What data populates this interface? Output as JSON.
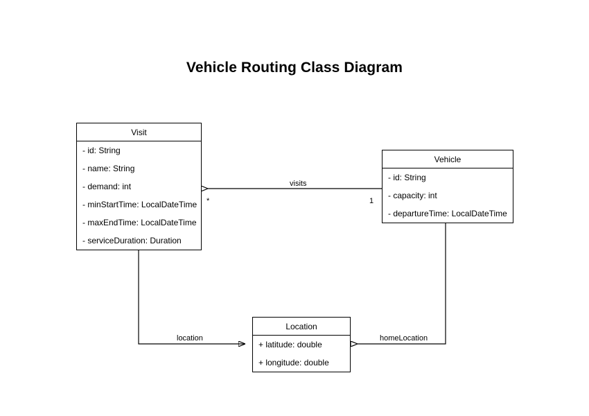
{
  "diagram": {
    "title": "Vehicle Routing Class Diagram",
    "background_color": "#ffffff",
    "line_color": "#000000",
    "text_color": "#000000"
  },
  "classes": [
    {
      "name": "Visit",
      "attributes": [
        "- id: String",
        "- name: String",
        "- demand: int",
        "- minStartTime: LocalDateTime",
        "- maxEndTime: LocalDateTime",
        "- serviceDuration: Duration"
      ]
    },
    {
      "name": "Vehicle",
      "attributes": [
        "- id: String",
        "- capacity: int",
        "- departureTime: LocalDateTime"
      ]
    },
    {
      "name": "Location",
      "attributes": [
        "+ latitude: double",
        "+ longitude: double"
      ]
    }
  ],
  "relationships": [
    {
      "label": "visits",
      "source": "Vehicle",
      "target": "Visit",
      "source_multiplicity": "1",
      "target_multiplicity": "*",
      "arrow": "open-arrow-at-target"
    },
    {
      "label": "location",
      "source": "Visit",
      "target": "Location",
      "source_multiplicity": "",
      "target_multiplicity": "",
      "arrow": "open-arrow-at-target"
    },
    {
      "label": "homeLocation",
      "source": "Vehicle",
      "target": "Location",
      "source_multiplicity": "",
      "target_multiplicity": "",
      "arrow": "open-arrow-at-target"
    }
  ]
}
